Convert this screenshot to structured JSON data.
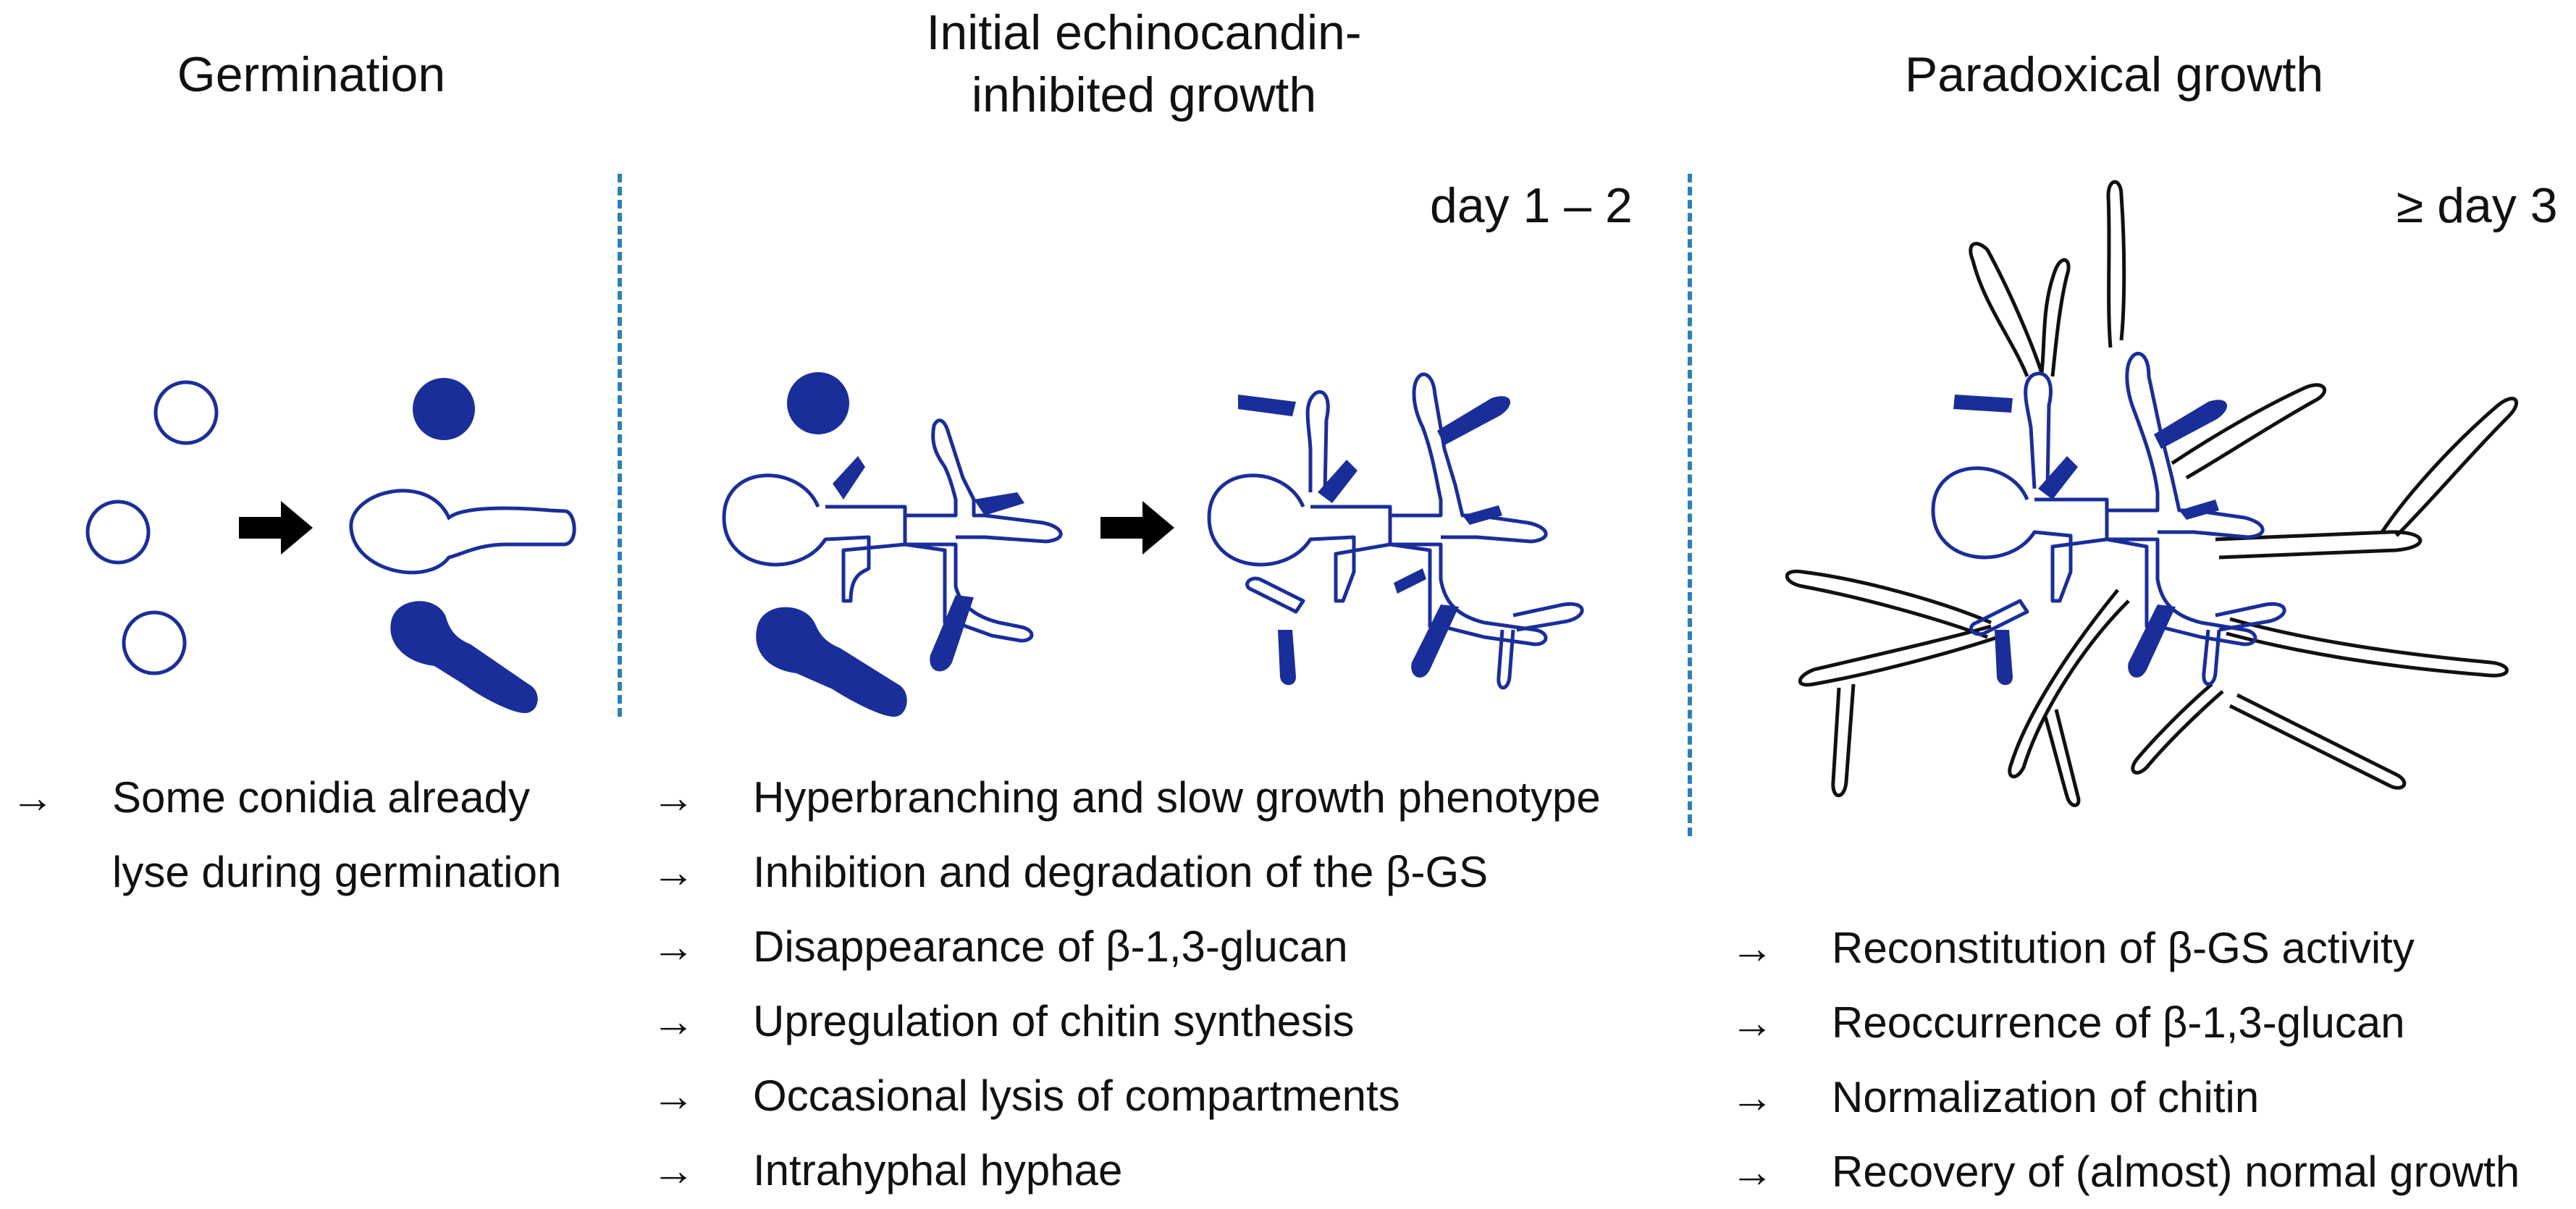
{
  "panels": {
    "germination": {
      "title": "Germination",
      "bullets": [
        {
          "arrow": "→",
          "lines": [
            "Some conidia already",
            "lyse during germination"
          ]
        }
      ]
    },
    "initial": {
      "title_line1": "Initial echinocandin-",
      "title_line2": "inhibited growth",
      "day": "day 1 – 2",
      "bullets": [
        {
          "arrow": "→",
          "text": "Hyperbranching and slow growth phenotype"
        },
        {
          "arrow": "→",
          "text": "Inhibition and degradation of the β-GS"
        },
        {
          "arrow": "→",
          "text": "Disappearance of β-1,3-glucan"
        },
        {
          "arrow": "→",
          "text": "Upregulation of chitin synthesis"
        },
        {
          "arrow": "→",
          "text": "Occasional lysis of compartments"
        },
        {
          "arrow": "→",
          "text": "Intrahyphal hyphae"
        }
      ]
    },
    "paradoxical": {
      "title": "Paradoxical growth",
      "day": "≥ day 3",
      "bullets": [
        {
          "arrow": "→",
          "text": "Reconstitution of β-GS activity"
        },
        {
          "arrow": "→",
          "text": "Reoccurrence of β-1,3-glucan"
        },
        {
          "arrow": "→",
          "text": "Normalization of  chitin"
        },
        {
          "arrow": "→",
          "text": "Recovery of (almost) normal growth"
        }
      ]
    }
  },
  "colors": {
    "fungus_blue": "#1a2e9a",
    "divider_blue": "#2e7fb8",
    "recovered_outline": "#111111"
  }
}
